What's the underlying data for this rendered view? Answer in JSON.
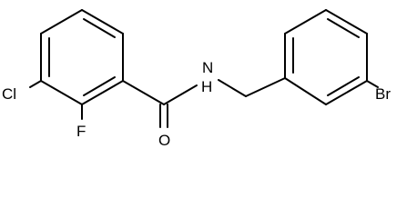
{
  "molecule": {
    "atoms": {
      "nh": "N\nH",
      "oxygen": "O",
      "chlorine": "Cl",
      "fluorine": "F",
      "bromine": "Br"
    }
  },
  "colors": {
    "bond": "#000000",
    "text": "#000000",
    "background": "#ffffff"
  }
}
